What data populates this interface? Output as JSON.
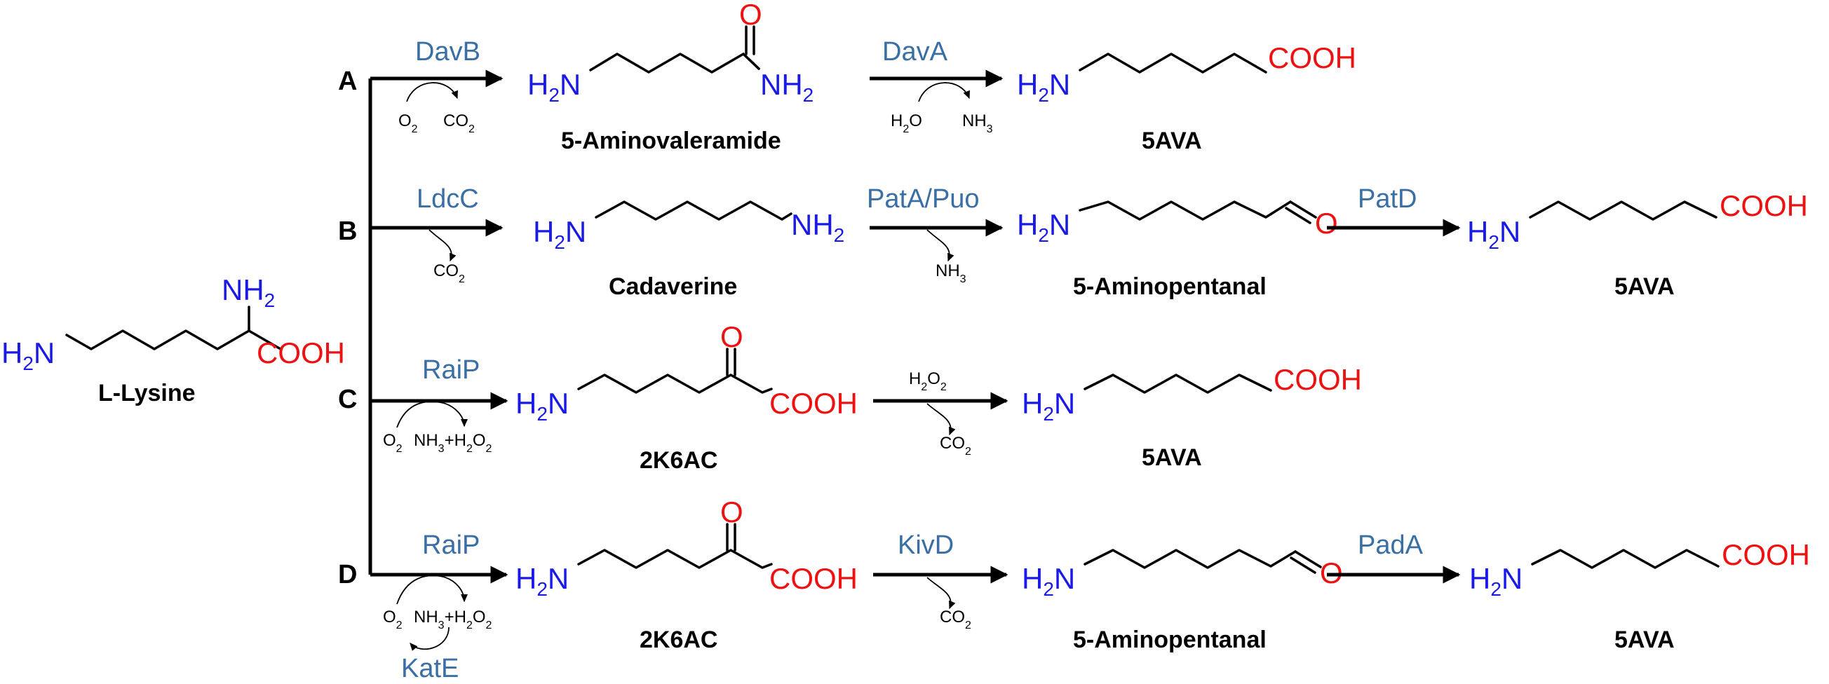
{
  "labels": {
    "lysine_name": "L-Lysine",
    "pathway_a": "A",
    "pathway_b": "B",
    "pathway_c": "C",
    "pathway_d": "D"
  },
  "pathway_a": {
    "enzyme1": "DavB",
    "cof1_left": "O2",
    "cof1_right": "CO2",
    "intermediate": "5-Aminovaleramide",
    "enzyme2": "DavA",
    "cof2_left": "H2O",
    "cof2_right": "NH3",
    "product": "5AVA"
  },
  "pathway_b": {
    "enzyme1": "LdcC",
    "cof1": "CO2",
    "intermediate1": "Cadaverine",
    "enzyme2": "PatA/Puo",
    "cof2": "NH3",
    "intermediate2": "5-Aminopentanal",
    "enzyme3": "PatD",
    "product": "5AVA"
  },
  "pathway_c": {
    "enzyme1": "RaiP",
    "cof1_left": "O2",
    "cof1_right": "NH3+H2O2",
    "intermediate": "2K6AC",
    "cof2_top": "H2O2",
    "cof2_bottom": "CO2",
    "product": "5AVA"
  },
  "pathway_d": {
    "enzyme1": "RaiP",
    "cof1_left": "O2",
    "cof1_right": "NH3+H2O2",
    "helper_enzyme": "KatE",
    "intermediate1": "2K6AC",
    "enzyme2": "KivD",
    "cof2": "CO2",
    "intermediate2": "5-Aminopentanal",
    "enzyme3": "PadA",
    "product": "5AVA"
  },
  "colors": {
    "nitrogen": "#1a1ae6",
    "oxygen": "#ee1111",
    "enzyme": "#3a6fa6"
  }
}
